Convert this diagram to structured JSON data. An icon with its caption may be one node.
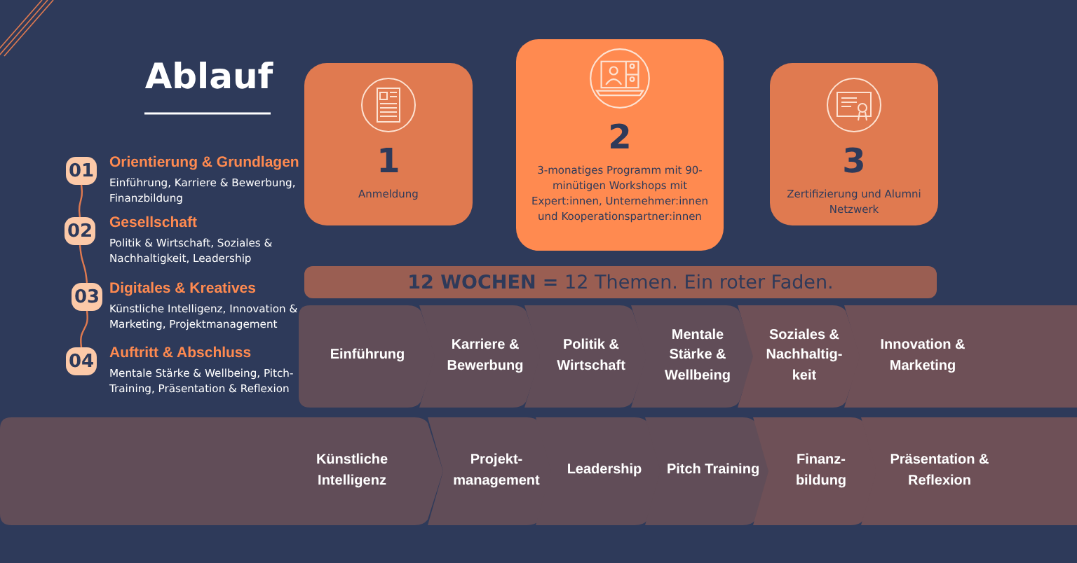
{
  "diagram": {
    "title": "Ablauf",
    "nodes": [
      {
        "text": [
          "01"
        ],
        "beside": [
          "Orientierung & Grundlagen",
          "Einführung, Karriere & Bewerbung, Finanzbildung"
        ]
      },
      {
        "text": [
          "02"
        ],
        "beside": [
          "Gesellschaft",
          "Politik & Wirtschaft, Soziales & Nachhaltigkeit, Leadership"
        ]
      },
      {
        "text": [
          "03"
        ],
        "beside": [
          "Digitales & Kreatives",
          "Künstliche Intelligenz, Innovation & Marketing, Projektmanagement"
        ]
      },
      {
        "text": [
          "04"
        ],
        "beside": [
          "Auftritt & Abschluss",
          "Mentale Stärke & Wellbeing, Pitch-Training, Präsentation & Reflexion"
        ]
      },
      {
        "text": [
          "1",
          "Anmeldung"
        ]
      },
      {
        "text": [
          "2",
          "3-monatiges Programm mit 90-minütigen Workshops mit Expert:innen, Unternehmer:innen und Kooperationspartner:innen"
        ]
      },
      {
        "text": [
          "3",
          "Zertifizierung und Alumni Netzwerk"
        ]
      },
      {
        "text": [
          "**12 WOCHEN =** 12 Themen. Ein roter Faden."
        ]
      },
      {
        "text": [
          "Einführung"
        ]
      },
      {
        "text": [
          "Karriere & Bewerbung"
        ]
      },
      {
        "text": [
          "Politik & Wirtschaft"
        ]
      },
      {
        "text": [
          "Mentale Stärke & Wellbeing"
        ]
      },
      {
        "text": [
          "Soziales & Nachhaltig-keit"
        ]
      },
      {
        "text": [
          "Innovation & Marketing"
        ]
      },
      {
        "text": [
          "Künstliche Intelligenz"
        ]
      },
      {
        "text": [
          "Projekt-management"
        ]
      },
      {
        "text": [
          "Leadership"
        ]
      },
      {
        "text": [
          "Pitch Training"
        ]
      },
      {
        "text": [
          "Finanz-bildung"
        ]
      },
      {
        "text": [
          "Präsentation & Reflexion"
        ]
      }
    ],
    "edges": [
      {
        "from": 0,
        "to": 1,
        "arrow": "none"
      },
      {
        "from": 1,
        "to": 2,
        "arrow": "none"
      },
      {
        "from": 2,
        "to": 3,
        "arrow": "none"
      }
    ]
  }
}
